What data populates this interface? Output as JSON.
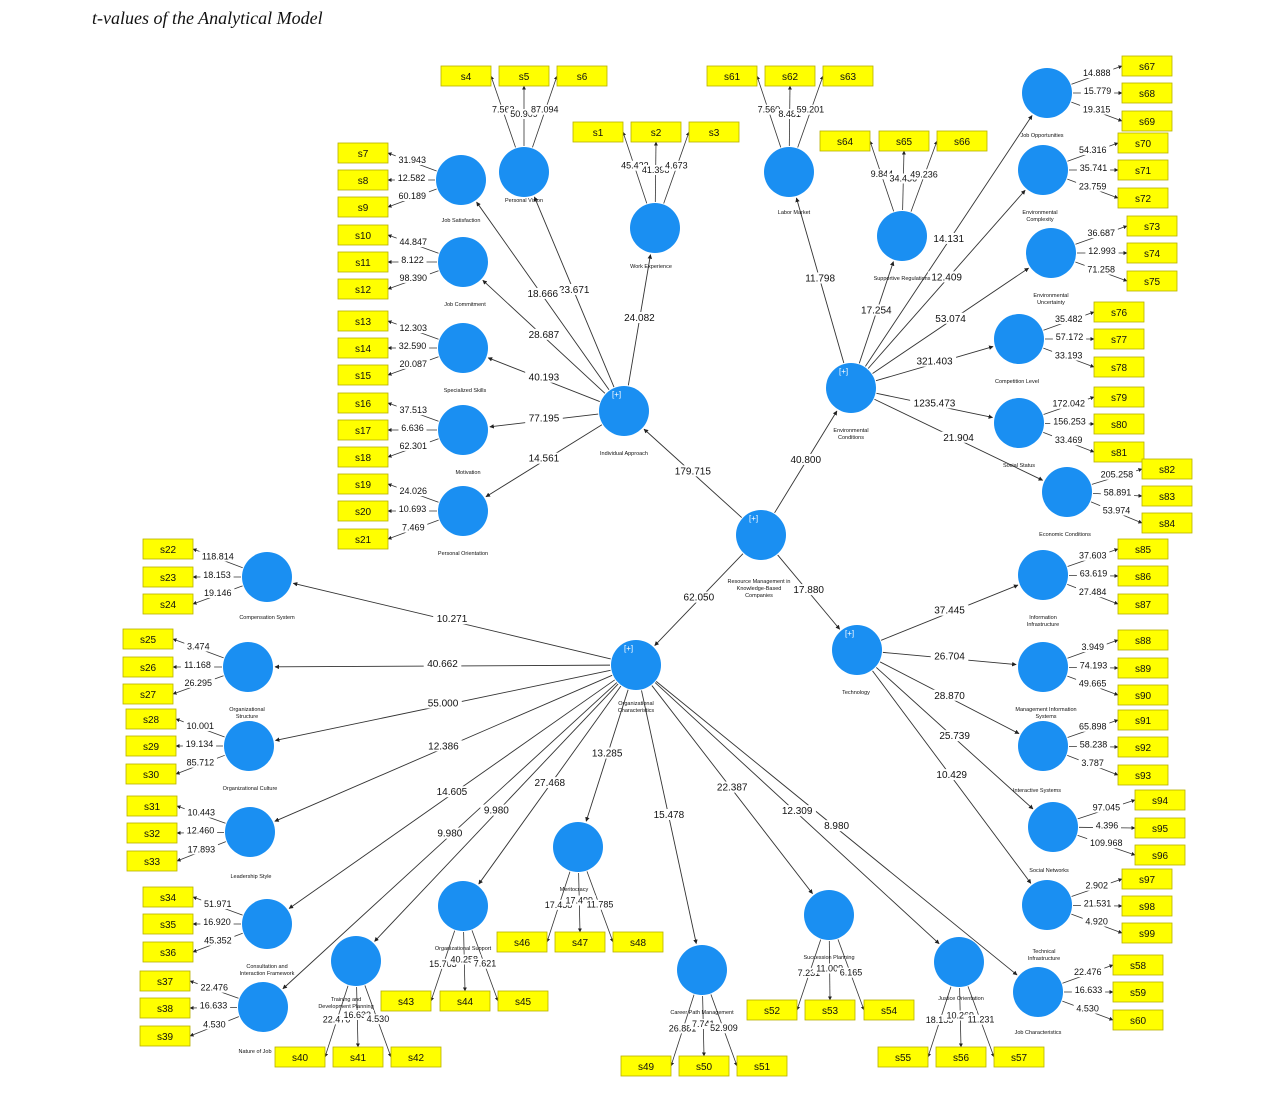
{
  "title": "t-values of the Analytical Model",
  "colors": {
    "construct": "#1a8ff2",
    "indicator_fill": "#ffff00",
    "indicator_stroke": "#b8b000",
    "edge": "#333333"
  },
  "nodes": {
    "root": {
      "name": "Resource Management in Knowledge-Based Companies",
      "mark": "[+]"
    },
    "individual": {
      "name": "Individual Approach",
      "mark": "[+]"
    },
    "environ": {
      "name": "Environmental Conditions",
      "mark": "[+]"
    },
    "org": {
      "name": "Organizational Characteristics",
      "mark": "[+]"
    },
    "tech": {
      "name": "Technology",
      "mark": "[+]"
    },
    "personal_vision": {
      "name": "Personal Vision"
    },
    "work_experience": {
      "name": "Work Experience"
    },
    "job_satisfaction": {
      "name": "Job Satisfaction"
    },
    "job_commitment": {
      "name": "Job Commitment"
    },
    "specialized_skills": {
      "name": "Specialized Skills"
    },
    "motivation": {
      "name": "Motivation"
    },
    "personal_orientation": {
      "name": "Personal Orientation"
    },
    "labor_market": {
      "name": "Labor Market"
    },
    "supportive_regulations": {
      "name": "Supportive Regulations"
    },
    "job_opportunities": {
      "name": "Job Opportunities"
    },
    "environmental_complexity": {
      "name": "Environmental Complexity"
    },
    "environmental_uncertainty": {
      "name": "Environmental Uncertainty"
    },
    "competition_level": {
      "name": "Competition Level"
    },
    "social_status": {
      "name": "Social Status"
    },
    "economic_conditions": {
      "name": "Economic Conditions"
    },
    "compensation_system": {
      "name": "Compensation System"
    },
    "organizational_structure": {
      "name": "Organizational Structure"
    },
    "organizational_culture": {
      "name": "Organizational Culture"
    },
    "leadership_style": {
      "name": "Leadership Style"
    },
    "consultation": {
      "name": "Consultation and Interaction Framework"
    },
    "nature_of_job": {
      "name": "Nature of Job"
    },
    "training": {
      "name": "Training and Development Planning"
    },
    "org_support": {
      "name": "Organizational Support"
    },
    "meritocracy": {
      "name": "Meritocracy"
    },
    "career_path": {
      "name": "Career Path Management"
    },
    "succession": {
      "name": "Succession Planning"
    },
    "justice": {
      "name": "Justice Orientation"
    },
    "job_characteristics": {
      "name": "Job Characteristics"
    },
    "information_infrastructure": {
      "name": "Information Infrastructure"
    },
    "mis": {
      "name": "Management Information Systems"
    },
    "interactive_systems": {
      "name": "Interactive Systems"
    },
    "social_networks": {
      "name": "Social Networks"
    },
    "technical_infrastructure": {
      "name": "Technical Infrastructure"
    }
  },
  "structural_paths": [
    {
      "from": "root",
      "to": "individual",
      "t": "179.715"
    },
    {
      "from": "root",
      "to": "environ",
      "t": "40.800"
    },
    {
      "from": "root",
      "to": "org",
      "t": "62.050"
    },
    {
      "from": "root",
      "to": "tech",
      "t": "17.880"
    },
    {
      "from": "individual",
      "to": "personal_vision",
      "t": "23.671"
    },
    {
      "from": "individual",
      "to": "work_experience",
      "t": "24.082"
    },
    {
      "from": "individual",
      "to": "job_satisfaction",
      "t": "18.666"
    },
    {
      "from": "individual",
      "to": "job_commitment",
      "t": "28.687"
    },
    {
      "from": "individual",
      "to": "specialized_skills",
      "t": "40.193"
    },
    {
      "from": "individual",
      "to": "motivation",
      "t": "77.195"
    },
    {
      "from": "individual",
      "to": "personal_orientation",
      "t": "14.561"
    },
    {
      "from": "environ",
      "to": "labor_market",
      "t": "11.798"
    },
    {
      "from": "environ",
      "to": "supportive_regulations",
      "t": "17.254"
    },
    {
      "from": "environ",
      "to": "job_opportunities",
      "t": "14.131"
    },
    {
      "from": "environ",
      "to": "environmental_complexity",
      "t": "12.409"
    },
    {
      "from": "environ",
      "to": "environmental_uncertainty",
      "t": "53.074"
    },
    {
      "from": "environ",
      "to": "competition_level",
      "t": "321.403"
    },
    {
      "from": "environ",
      "to": "social_status",
      "t": "1235.473"
    },
    {
      "from": "environ",
      "to": "economic_conditions",
      "t": "21.904"
    },
    {
      "from": "org",
      "to": "compensation_system",
      "t": "10.271"
    },
    {
      "from": "org",
      "to": "organizational_structure",
      "t": "40.662"
    },
    {
      "from": "org",
      "to": "organizational_culture",
      "t": "55.000"
    },
    {
      "from": "org",
      "to": "leadership_style",
      "t": "12.386"
    },
    {
      "from": "org",
      "to": "consultation",
      "t": "14.605"
    },
    {
      "from": "org",
      "to": "nature_of_job",
      "t": "9.980"
    },
    {
      "from": "org",
      "to": "training",
      "t": "9.980"
    },
    {
      "from": "org",
      "to": "org_support",
      "t": "27.468"
    },
    {
      "from": "org",
      "to": "meritocracy",
      "t": "13.285"
    },
    {
      "from": "org",
      "to": "career_path",
      "t": "15.478"
    },
    {
      "from": "org",
      "to": "succession",
      "t": "22.387"
    },
    {
      "from": "org",
      "to": "justice",
      "t": "12.309"
    },
    {
      "from": "org",
      "to": "job_characteristics",
      "t": "8.980"
    },
    {
      "from": "tech",
      "to": "information_infrastructure",
      "t": "37.445"
    },
    {
      "from": "tech",
      "to": "mis",
      "t": "26.704"
    },
    {
      "from": "tech",
      "to": "interactive_systems",
      "t": "28.870"
    },
    {
      "from": "tech",
      "to": "social_networks",
      "t": "25.739"
    },
    {
      "from": "tech",
      "to": "technical_infrastructure",
      "t": "10.429"
    }
  ],
  "indicator_groups": [
    {
      "construct": "personal_vision",
      "items": [
        [
          "s4",
          "7.563"
        ],
        [
          "s5",
          "50.909"
        ],
        [
          "s6",
          "87.094"
        ]
      ]
    },
    {
      "construct": "work_experience",
      "items": [
        [
          "s1",
          "45.422"
        ],
        [
          "s2",
          "41.398"
        ],
        [
          "s3",
          "4.673"
        ]
      ]
    },
    {
      "construct": "labor_market",
      "items": [
        [
          "s61",
          "7.560"
        ],
        [
          "s62",
          "8.481"
        ],
        [
          "s63",
          "59.201"
        ]
      ]
    },
    {
      "construct": "supportive_regulations",
      "items": [
        [
          "s64",
          "9.844"
        ],
        [
          "s65",
          "34.436"
        ],
        [
          "s66",
          "49.236"
        ]
      ]
    },
    {
      "construct": "job_satisfaction",
      "items": [
        [
          "s7",
          "31.943"
        ],
        [
          "s8",
          "12.582"
        ],
        [
          "s9",
          "60.189"
        ]
      ]
    },
    {
      "construct": "job_commitment",
      "items": [
        [
          "s10",
          "44.847"
        ],
        [
          "s11",
          "8.122"
        ],
        [
          "s12",
          "98.390"
        ]
      ]
    },
    {
      "construct": "specialized_skills",
      "items": [
        [
          "s13",
          "12.303"
        ],
        [
          "s14",
          "32.590"
        ],
        [
          "s15",
          "20.087"
        ]
      ]
    },
    {
      "construct": "motivation",
      "items": [
        [
          "s16",
          "37.513"
        ],
        [
          "s17",
          "6.636"
        ],
        [
          "s18",
          "62.301"
        ]
      ]
    },
    {
      "construct": "personal_orientation",
      "items": [
        [
          "s19",
          "24.026"
        ],
        [
          "s20",
          "10.693"
        ],
        [
          "s21",
          "7.469"
        ]
      ]
    },
    {
      "construct": "job_opportunities",
      "items": [
        [
          "s67",
          "14.888"
        ],
        [
          "s68",
          "15.779"
        ],
        [
          "s69",
          "19.315"
        ]
      ]
    },
    {
      "construct": "environmental_complexity",
      "items": [
        [
          "s70",
          "54.316"
        ],
        [
          "s71",
          "35.741"
        ],
        [
          "s72",
          "23.759"
        ]
      ]
    },
    {
      "construct": "environmental_uncertainty",
      "items": [
        [
          "s73",
          "36.687"
        ],
        [
          "s74",
          "12.993"
        ],
        [
          "s75",
          "71.258"
        ]
      ]
    },
    {
      "construct": "competition_level",
      "items": [
        [
          "s76",
          "35.482"
        ],
        [
          "s77",
          "57.172"
        ],
        [
          "s78",
          "33.193"
        ]
      ]
    },
    {
      "construct": "social_status",
      "items": [
        [
          "s79",
          "172.042"
        ],
        [
          "s80",
          "156.253"
        ],
        [
          "s81",
          "33.469"
        ]
      ]
    },
    {
      "construct": "economic_conditions",
      "items": [
        [
          "s82",
          "205.258"
        ],
        [
          "s83",
          "58.891"
        ],
        [
          "s84",
          "53.974"
        ]
      ]
    },
    {
      "construct": "compensation_system",
      "items": [
        [
          "s22",
          "118.814"
        ],
        [
          "s23",
          "18.153"
        ],
        [
          "s24",
          "19.146"
        ]
      ]
    },
    {
      "construct": "organizational_structure",
      "items": [
        [
          "s25",
          "3.474"
        ],
        [
          "s26",
          "11.168"
        ],
        [
          "s27",
          "26.295"
        ]
      ]
    },
    {
      "construct": "organizational_culture",
      "items": [
        [
          "s28",
          "10.001"
        ],
        [
          "s29",
          "19.134"
        ],
        [
          "s30",
          "85.712"
        ]
      ]
    },
    {
      "construct": "leadership_style",
      "items": [
        [
          "s31",
          "10.443"
        ],
        [
          "s32",
          "12.460"
        ],
        [
          "s33",
          "17.893"
        ]
      ]
    },
    {
      "construct": "consultation",
      "items": [
        [
          "s34",
          "51.971"
        ],
        [
          "s35",
          "16.920"
        ],
        [
          "s36",
          "45.352"
        ]
      ]
    },
    {
      "construct": "nature_of_job",
      "items": [
        [
          "s37",
          "22.476"
        ],
        [
          "s38",
          "16.633"
        ],
        [
          "s39",
          "4.530"
        ]
      ]
    },
    {
      "construct": "training",
      "items": [
        [
          "s40",
          "22.476"
        ],
        [
          "s41",
          "16.633"
        ],
        [
          "s42",
          "4.530"
        ]
      ]
    },
    {
      "construct": "org_support",
      "items": [
        [
          "s43",
          "15.763"
        ],
        [
          "s44",
          "40.258"
        ],
        [
          "s45",
          "7.621"
        ]
      ]
    },
    {
      "construct": "meritocracy",
      "items": [
        [
          "s46",
          "17.458"
        ],
        [
          "s47",
          "17.499"
        ],
        [
          "s48",
          "11.785"
        ]
      ]
    },
    {
      "construct": "career_path",
      "items": [
        [
          "s49",
          "26.881"
        ],
        [
          "s50",
          "7.741"
        ],
        [
          "s51",
          "52.909"
        ]
      ]
    },
    {
      "construct": "succession",
      "items": [
        [
          "s52",
          "7.231"
        ],
        [
          "s53",
          "11.009"
        ],
        [
          "s54",
          "6.165"
        ]
      ]
    },
    {
      "construct": "justice",
      "items": [
        [
          "s55",
          "18.155"
        ],
        [
          "s56",
          "10.269"
        ],
        [
          "s57",
          "11.231"
        ]
      ]
    },
    {
      "construct": "job_characteristics",
      "items": [
        [
          "s58",
          "22.476"
        ],
        [
          "s59",
          "16.633"
        ],
        [
          "s60",
          "4.530"
        ]
      ]
    },
    {
      "construct": "information_infrastructure",
      "items": [
        [
          "s85",
          "37.603"
        ],
        [
          "s86",
          "63.619"
        ],
        [
          "s87",
          "27.484"
        ]
      ]
    },
    {
      "construct": "mis",
      "items": [
        [
          "s88",
          "3.949"
        ],
        [
          "s89",
          "74.193"
        ],
        [
          "s90",
          "49.665"
        ]
      ]
    },
    {
      "construct": "interactive_systems",
      "items": [
        [
          "s91",
          "65.898"
        ],
        [
          "s92",
          "58.238"
        ],
        [
          "s93",
          "3.787"
        ]
      ]
    },
    {
      "construct": "social_networks",
      "items": [
        [
          "s94",
          "97.045"
        ],
        [
          "s95",
          "4.396"
        ],
        [
          "s96",
          "109.968"
        ]
      ]
    },
    {
      "construct": "technical_infrastructure",
      "items": [
        [
          "s97",
          "2.902"
        ],
        [
          "s98",
          "21.531"
        ],
        [
          "s99",
          "4.920"
        ]
      ]
    }
  ]
}
